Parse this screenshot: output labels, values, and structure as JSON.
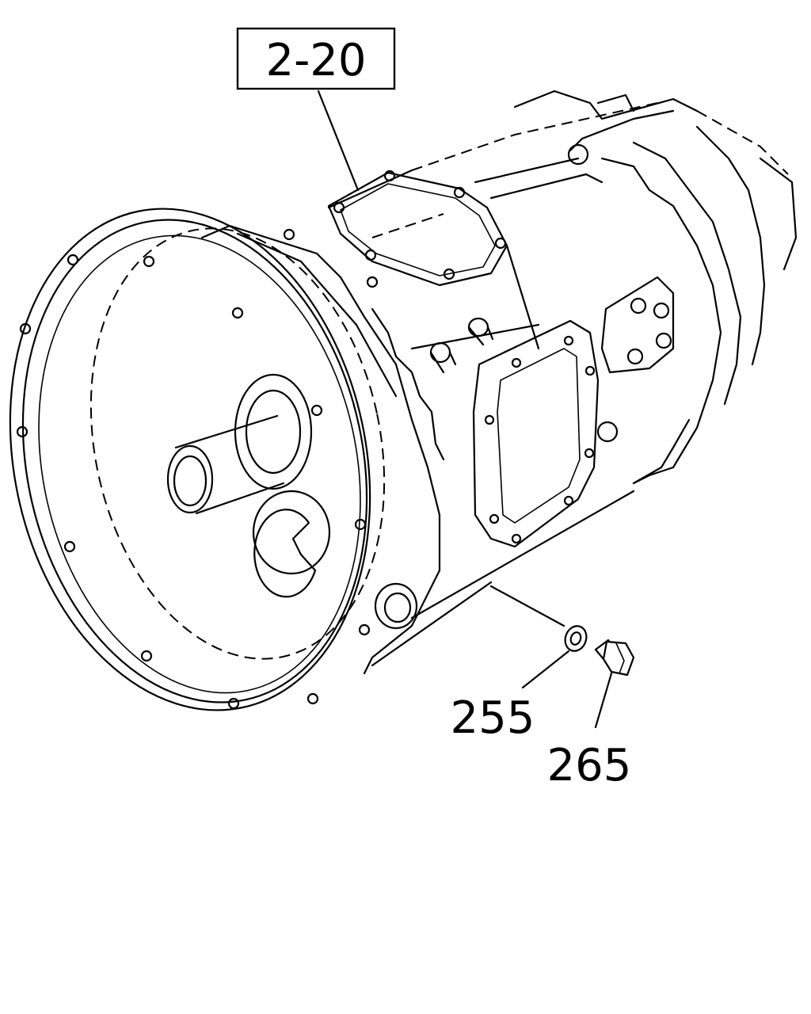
{
  "reference_box": {
    "text": "2-20"
  },
  "callouts": [
    {
      "id": "washer",
      "number": "255"
    },
    {
      "id": "drain-plug",
      "number": "265"
    }
  ],
  "colors": {
    "line": "#000000",
    "background": "#ffffff"
  }
}
